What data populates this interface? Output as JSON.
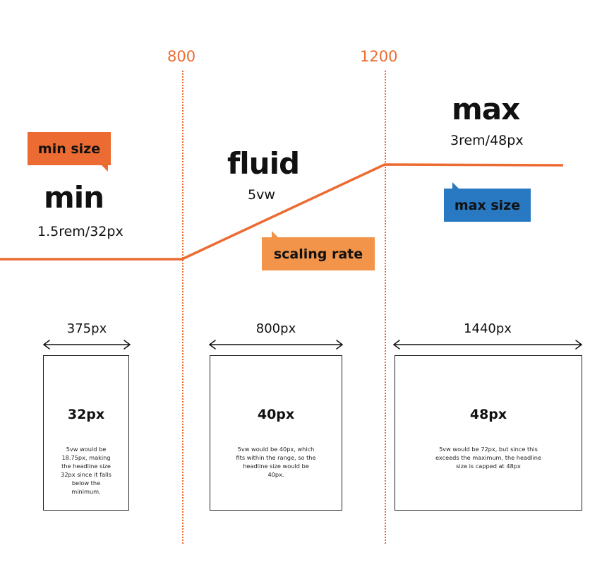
{
  "breakpoints": {
    "bp1": "800",
    "bp2": "1200"
  },
  "min": {
    "title": "min",
    "value": "1.5rem/32px",
    "tag": "min size"
  },
  "fluid": {
    "title": "fluid",
    "value": "5vw",
    "tag": "scaling rate"
  },
  "max": {
    "title": "max",
    "value": "3rem/48px",
    "tag": "max size"
  },
  "frames": [
    {
      "width_label": "375px",
      "size": "32px",
      "desc": "5vw would be 18.75px, making the headline size 32px since it falls below the minimum."
    },
    {
      "width_label": "800px",
      "size": "40px",
      "desc": "5vw would be 40px, which fits within the range, so the headline size would be 40px."
    },
    {
      "width_label": "1440px",
      "size": "48px",
      "desc": "5vw would be 72px, but since this exceeds the maximum, the headline size is capped at 48px"
    }
  ],
  "colors": {
    "accent": "#ec6b32",
    "accent_light": "#f2944a",
    "blue": "#2878c2"
  },
  "icons": {
    "arrow": "double-headed-arrow"
  }
}
